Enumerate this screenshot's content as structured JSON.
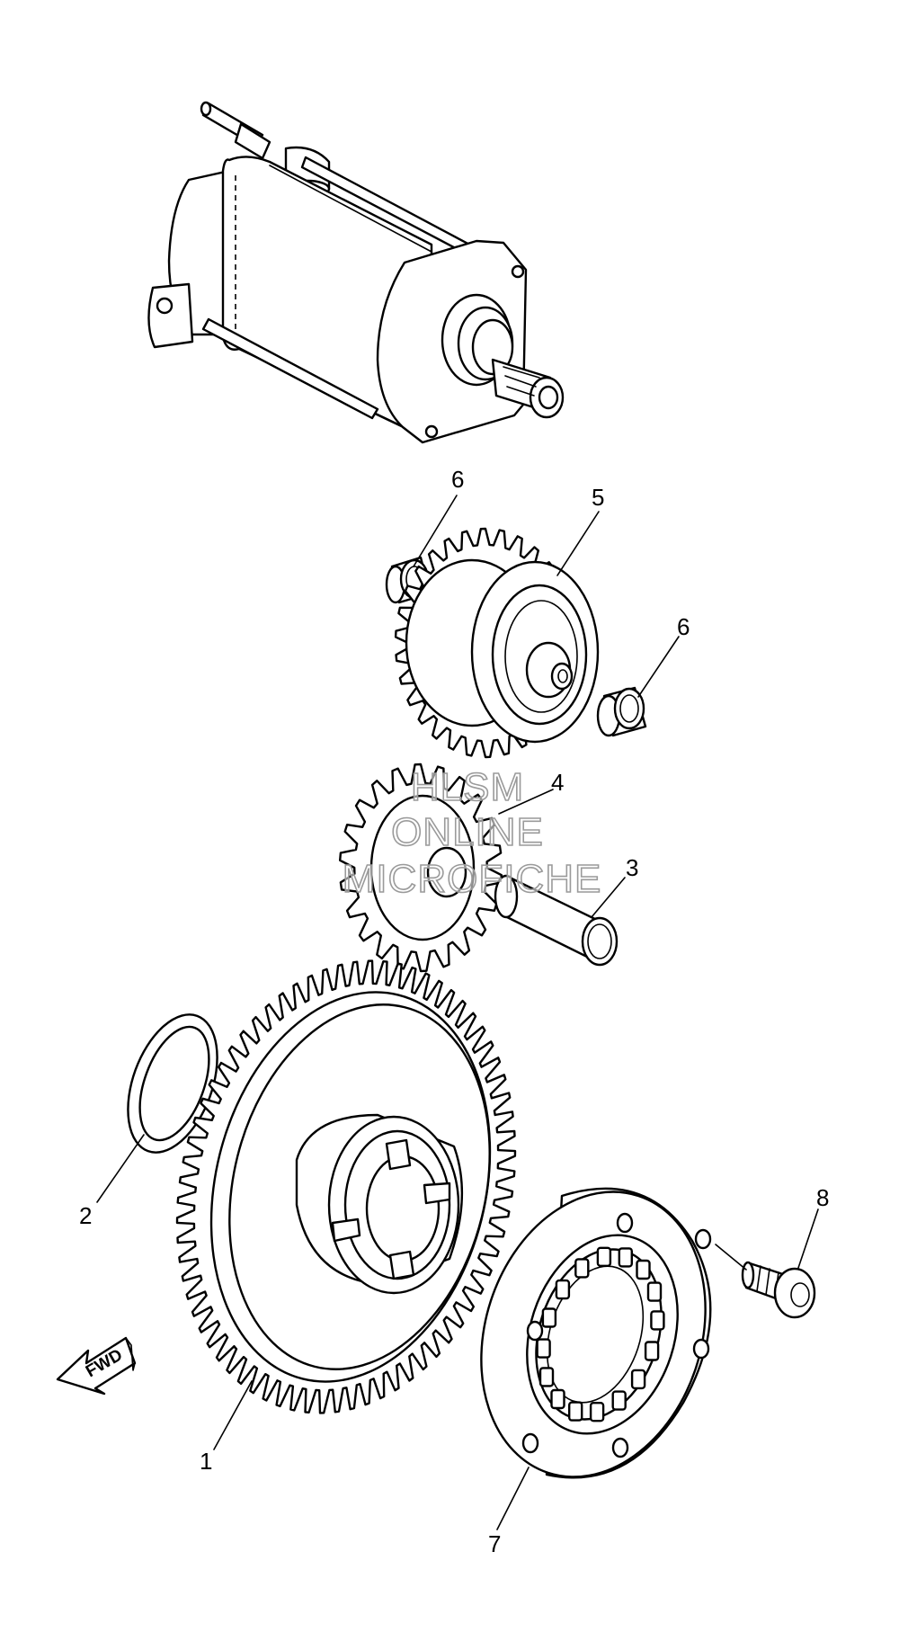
{
  "callouts": [
    {
      "id": "1",
      "label": "1"
    },
    {
      "id": "2",
      "label": "2"
    },
    {
      "id": "3",
      "label": "3"
    },
    {
      "id": "4",
      "label": "4"
    },
    {
      "id": "5",
      "label": "5"
    },
    {
      "id": "6a",
      "label": "6"
    },
    {
      "id": "6b",
      "label": "6"
    },
    {
      "id": "7",
      "label": "7"
    },
    {
      "id": "8",
      "label": "8"
    }
  ],
  "direction_arrow": {
    "label": "FWD"
  },
  "watermark": {
    "line1": "HLSM",
    "line2": "ONLINE",
    "line3": "MICROFICHE"
  }
}
